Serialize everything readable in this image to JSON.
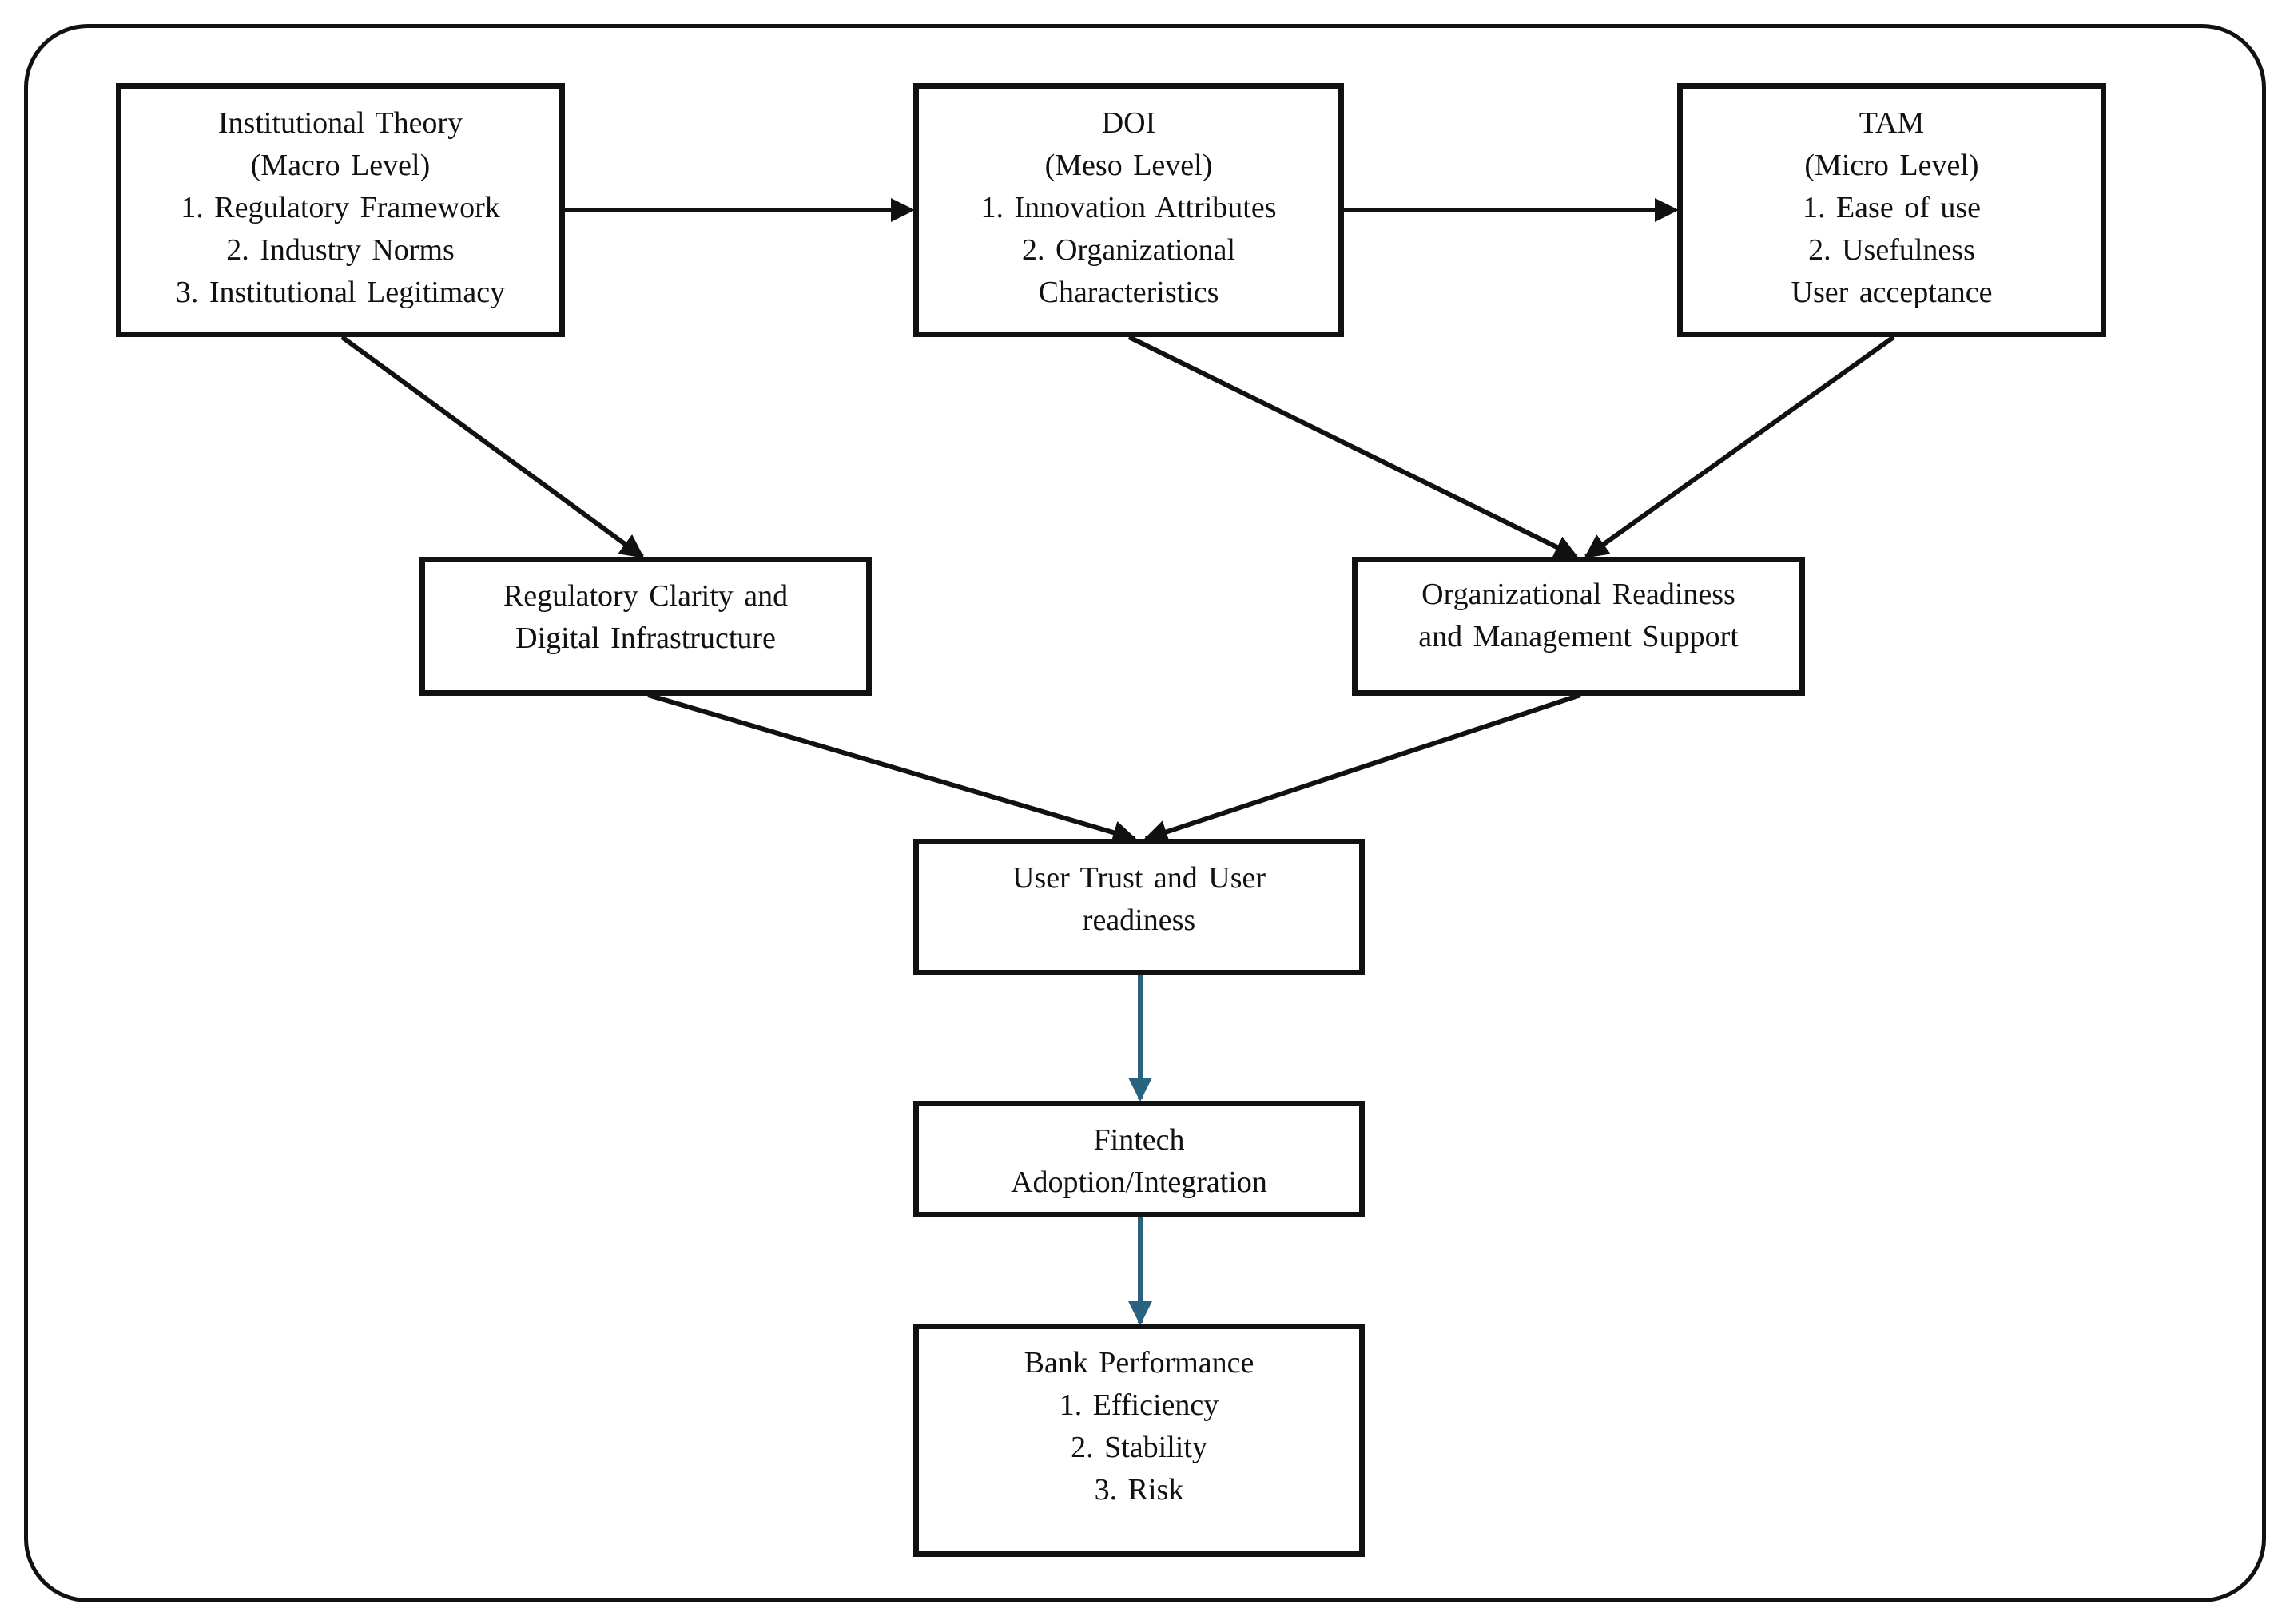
{
  "colors": {
    "stroke": "#111111",
    "accent_arrow": "#2a6282",
    "background": "#ffffff"
  },
  "nodes": {
    "institutional": {
      "title": "Institutional  Theory",
      "level": "(Macro Level)",
      "items": [
        "1. Regulatory  Framework",
        "2. Industry Norms",
        "3. Institutional  Legitimacy"
      ]
    },
    "doi": {
      "title": "DOI",
      "level": "(Meso Level)",
      "items": [
        "1. Innovation  Attributes",
        "2. Organizational",
        "Characteristics"
      ]
    },
    "tam": {
      "title": "TAM",
      "level": "(Micro Level)",
      "items": [
        "1. Ease of use",
        "2. Usefulness",
        "User acceptance"
      ]
    },
    "regulatory": {
      "lines": [
        "Regulatory Clarity  and",
        "Digital  Infrastructure"
      ]
    },
    "organizational": {
      "lines": [
        "Organizational  Readiness",
        "and Management  Support"
      ]
    },
    "trust": {
      "lines": [
        "User Trust and User",
        "readiness"
      ]
    },
    "fintech": {
      "lines": [
        "Fintech",
        "Adoption/Integration"
      ]
    },
    "performance": {
      "title": "Bank Performance",
      "items": [
        "1. Efficiency",
        "2. Stability",
        "3. Risk"
      ]
    }
  }
}
